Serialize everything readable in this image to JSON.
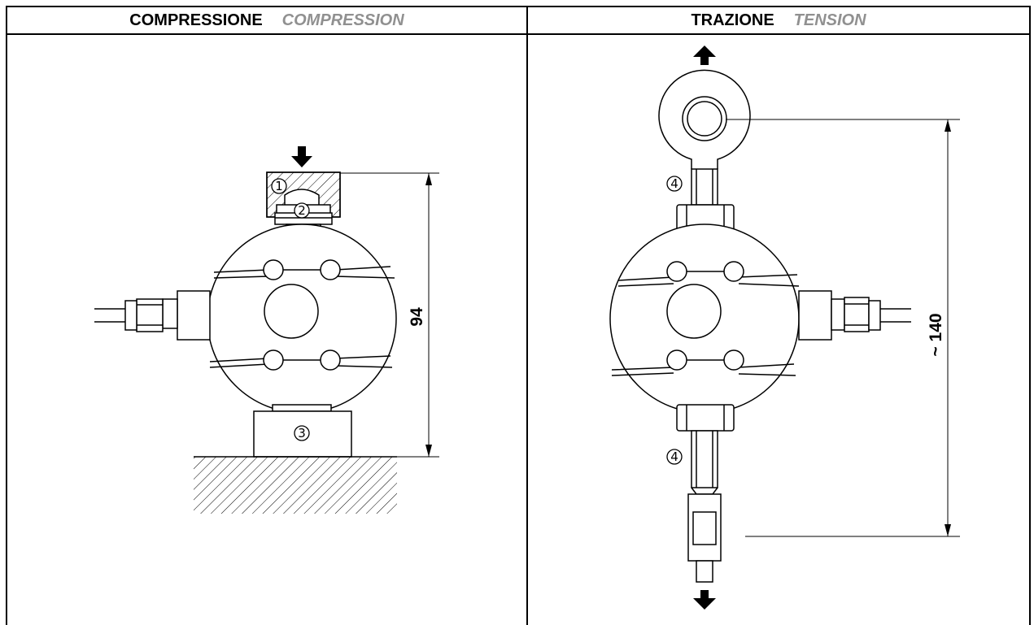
{
  "headers": {
    "left_it": "COMPRESSIONE",
    "left_en": "COMPRESSION",
    "right_it": "TRAZIONE",
    "right_en": "TENSION"
  },
  "dimensions": {
    "compression_height": "94",
    "tension_length": "~ 140"
  },
  "callouts": {
    "c1": "1",
    "c2": "2",
    "c3": "3",
    "c4": "4"
  }
}
